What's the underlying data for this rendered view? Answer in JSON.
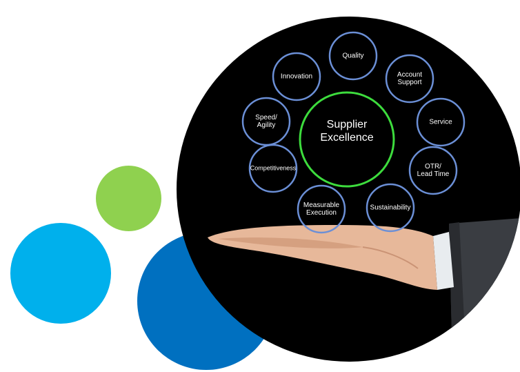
{
  "diagram": {
    "center": "Supplier\nExcellence",
    "nodes": [
      {
        "id": "quality",
        "label": "Quality"
      },
      {
        "id": "account-support",
        "label": "Account\nSupport"
      },
      {
        "id": "service",
        "label": "Service"
      },
      {
        "id": "otr-lead-time",
        "label": "OTR/\nLead Time"
      },
      {
        "id": "sustainability",
        "label": "Sustainability"
      },
      {
        "id": "measurable-execution",
        "label": "Measurable\nExecution"
      },
      {
        "id": "competitiveness",
        "label": "Competitiveness"
      },
      {
        "id": "speed-agility",
        "label": "Speed/\nAgility"
      },
      {
        "id": "innovation",
        "label": "Innovation"
      }
    ]
  },
  "colors": {
    "green_dot": "#8fd14f",
    "cyan_dot": "#00b0ec",
    "blue_dot": "#0070c0",
    "center_ring": "#3ddc3d",
    "node_ring": "#6b8fd6"
  }
}
